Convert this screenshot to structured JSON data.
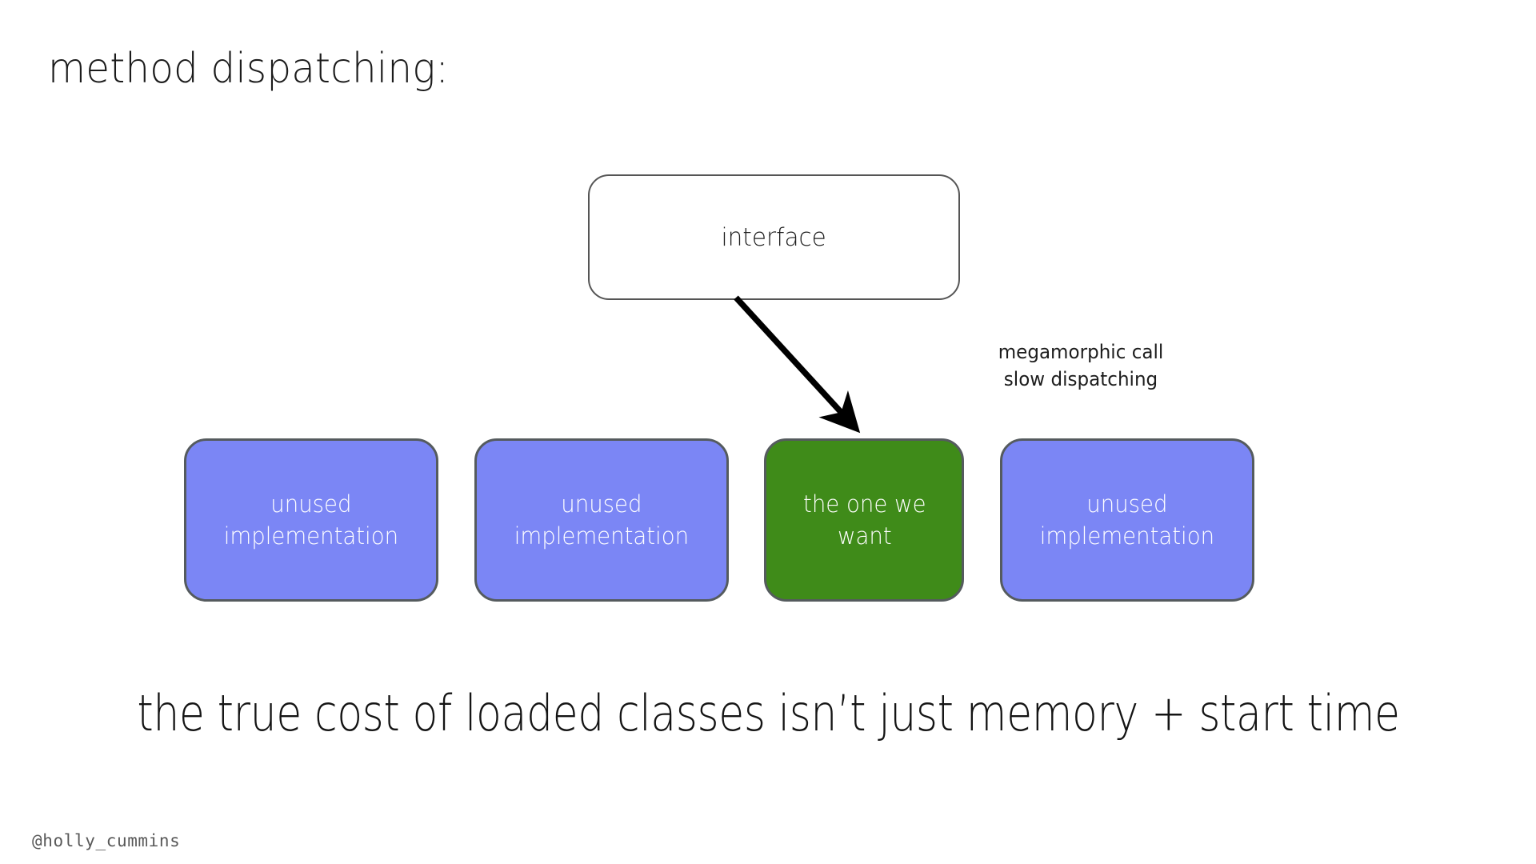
{
  "slide": {
    "title": "method dispatching:",
    "caption": "the true cost of loaded classes isn’t just memory + start time",
    "handle": "@holly_cummins",
    "background_color": "#ffffff"
  },
  "diagram": {
    "interface_node": {
      "label": "interface",
      "fill_color": "#ffffff",
      "border_color": "#555555"
    },
    "arrow": {
      "name": "dispatch-arrow",
      "from": "interface",
      "to": "the one we want",
      "color": "#000000"
    },
    "annotation": {
      "line1": "megamorphic call",
      "line2": "slow dispatching",
      "color": "#1d1d1d"
    },
    "implementations": [
      {
        "label": "unused\nimplementation",
        "state": "unused",
        "fill_color": "#7b86f5",
        "text_color": "#ffffff"
      },
      {
        "label": "unused\nimplementation",
        "state": "unused",
        "fill_color": "#7b86f5",
        "text_color": "#ffffff"
      },
      {
        "label": "the one we\nwant",
        "state": "selected",
        "fill_color": "#3f8b19",
        "text_color": "#ffffff"
      },
      {
        "label": "unused\nimplementation",
        "state": "unused",
        "fill_color": "#7b86f5",
        "text_color": "#ffffff"
      }
    ]
  }
}
